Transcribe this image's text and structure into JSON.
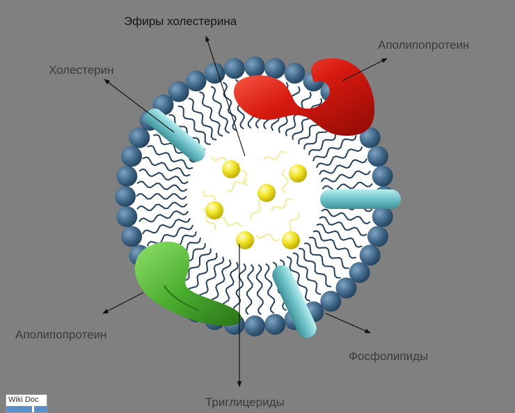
{
  "diagram": {
    "labels": {
      "cholesterol_esters": "Эфиры холестерина",
      "apolipoprotein_top": "Аполипопротеин",
      "cholesterol": "Холестерин",
      "apolipoprotein_bottom": "Аполипопротеин",
      "phospholipids": "Фосфолипиды",
      "triglycerides": "Триглицериды"
    },
    "colors": {
      "background": "#808080",
      "phospholipid_heads": "#3e6585",
      "core": "#ffffff",
      "triglyceride_beads": "#f0e41e",
      "apolipoprotein_red": "#d81a10",
      "apolipoprotein_green": "#4caf30",
      "cholesterol_rods": "#6fc3c8"
    }
  },
  "watermark": {
    "text": "Wiki Doc",
    "color": "#5b8fc9"
  }
}
